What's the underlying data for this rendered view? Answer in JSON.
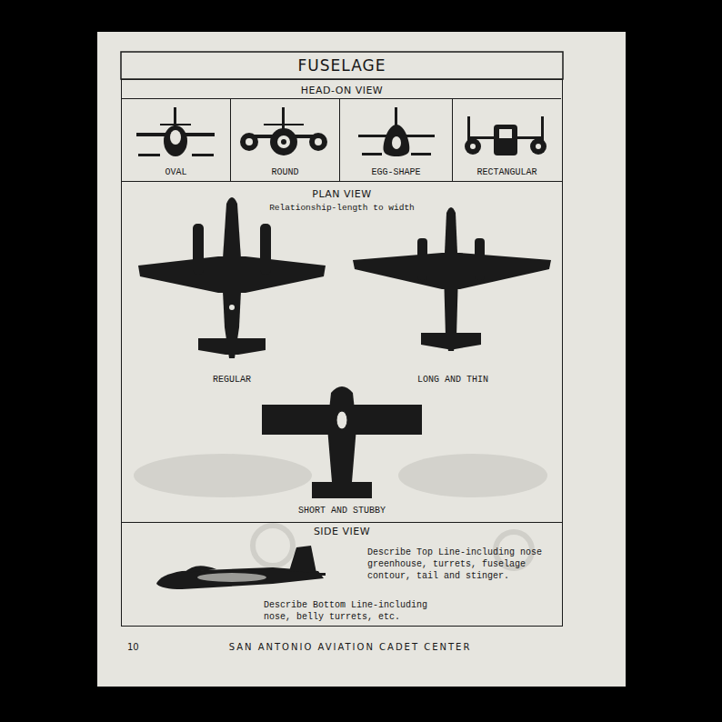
{
  "diagram": {
    "title": "FUSELAGE",
    "nodes": [
      {
        "text": [
          "HEAD-ON VIEW"
        ]
      },
      {
        "text": [
          "OVAL"
        ],
        "in": 0
      },
      {
        "text": [
          "ROUND"
        ],
        "in": 0
      },
      {
        "text": [
          "EGG-SHAPE"
        ],
        "in": 0
      },
      {
        "text": [
          "RECTANGULAR"
        ],
        "in": 0
      },
      {
        "text": [
          "PLAN VIEW",
          "Relationship-length to width"
        ]
      },
      {
        "text": [
          "SIDE VIEW",
          "Describe Top Line-including nose greenhouse, turrets, fuselage contour, tail and stinger.",
          "Describe Bottom Line-including nose, belly turrets, etc."
        ]
      }
    ],
    "labels": [
      "REGULAR",
      "LONG AND THIN",
      "SHORT AND STUBBY",
      "10",
      "SAN ANTONIO AVIATION CADET CENTER"
    ]
  }
}
